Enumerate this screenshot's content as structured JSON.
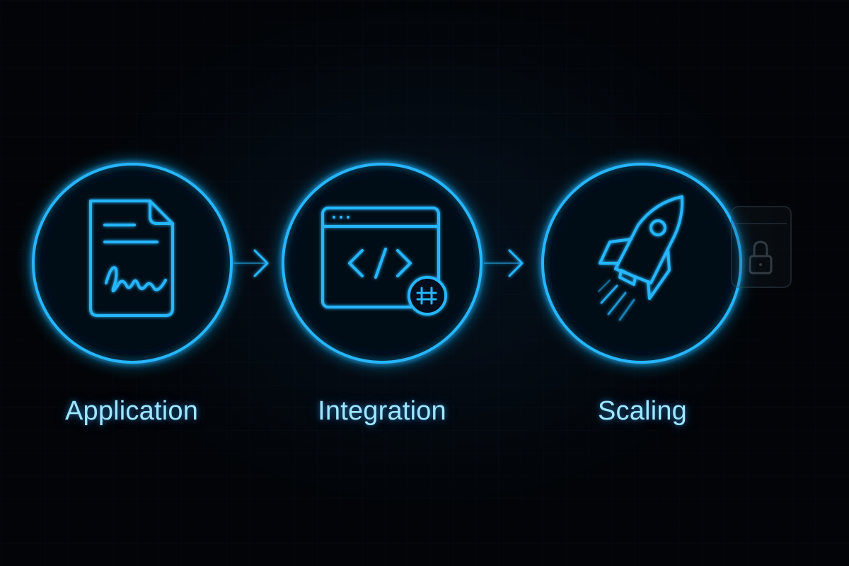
{
  "diagram": {
    "type": "process-flow",
    "steps": [
      {
        "id": "application",
        "label": "Application",
        "icon": "signed-document-icon"
      },
      {
        "id": "integration",
        "label": "Integration",
        "icon": "code-window-icon"
      },
      {
        "id": "scaling",
        "label": "Scaling",
        "icon": "rocket-icon"
      }
    ],
    "connectors": [
      {
        "from": "application",
        "to": "integration",
        "style": "arrow"
      },
      {
        "from": "integration",
        "to": "scaling",
        "style": "arrow"
      }
    ],
    "trailing_element": {
      "icon": "lock-icon"
    },
    "colors": {
      "background": "#020407",
      "neon_stroke": "#27b6ff",
      "label_text": "#9fe6ff"
    }
  }
}
